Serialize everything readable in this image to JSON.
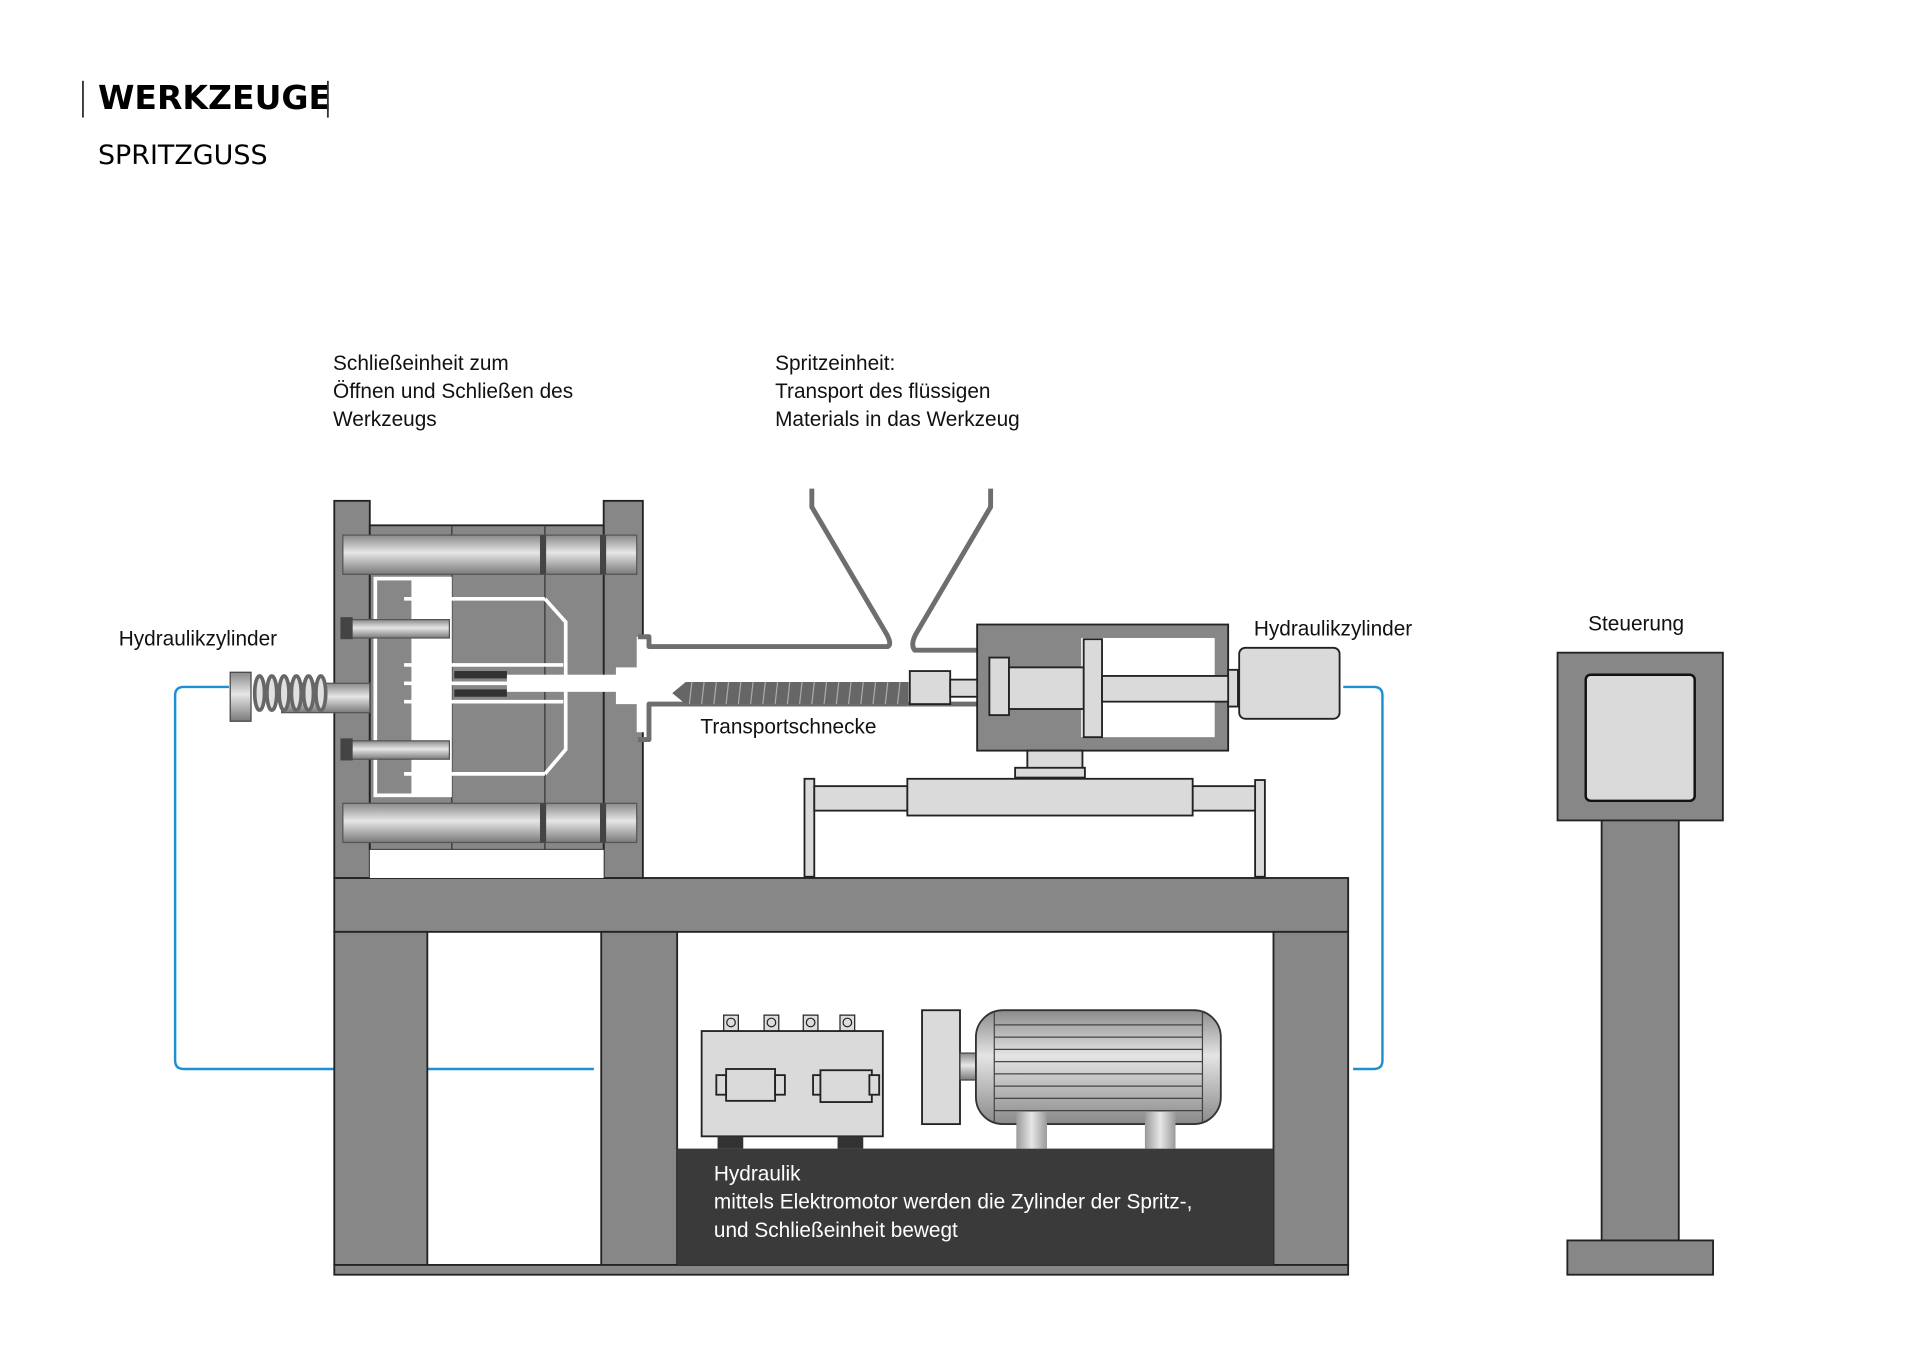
{
  "header": {
    "title": "WERKZEUGE",
    "subtitle": "SPRITZGUSS"
  },
  "labels": {
    "clamping_unit": [
      "Schließeinheit zum",
      "Öffnen und Schließen des",
      "Werkzeugs"
    ],
    "injection_unit": [
      "Spritzeinheit:",
      "Transport des flüssigen",
      "Materials in das Werkzeug"
    ],
    "hydraulic_cylinder_left": "Hydraulikzylinder",
    "hydraulic_cylinder_right": "Hydraulikzylinder",
    "screw": "Transportschnecke",
    "control": "Steuerung",
    "hydraulics": [
      "Hydraulik",
      "mittels Elektromotor werden die Zylinder der Spritz-,",
      "und Schließeinheit bewegt"
    ]
  },
  "colors": {
    "frame": "#878787",
    "light_part": "#dadada",
    "dark_panel": "#3a3a3a",
    "wire": "#1e90d0"
  }
}
